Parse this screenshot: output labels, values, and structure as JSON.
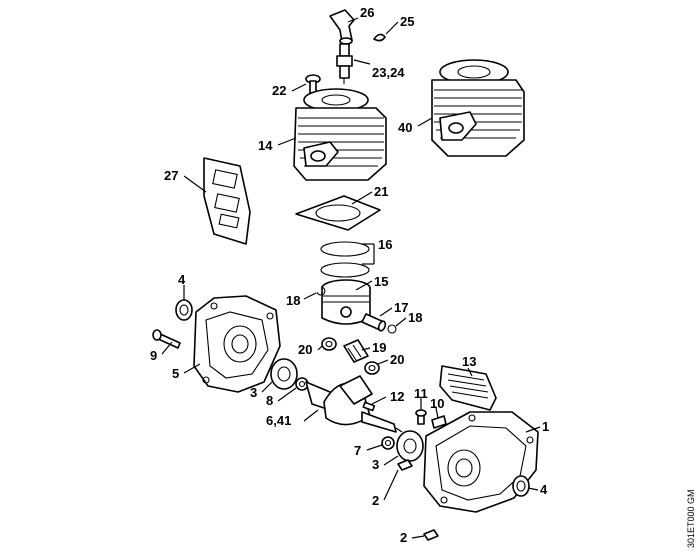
{
  "labels": {
    "p26": "26",
    "p25": "25",
    "p2324": "23,24",
    "p22": "22",
    "p14": "14",
    "p40": "40",
    "p27": "27",
    "p21": "21",
    "p16": "16",
    "p15": "15",
    "p18a": "18",
    "p17": "17",
    "p18b": "18",
    "p4a": "4",
    "p9": "9",
    "p5": "5",
    "p20a": "20",
    "p19": "19",
    "p20b": "20",
    "p13": "13",
    "p3a": "3",
    "p8": "8",
    "p12": "12",
    "p11": "11",
    "p10": "10",
    "p641": "6,41",
    "p1": "1",
    "p7": "7",
    "p3b": "3",
    "p2a": "2",
    "p4b": "4",
    "p2b": "2"
  },
  "figure_code": "301ET000 GM"
}
